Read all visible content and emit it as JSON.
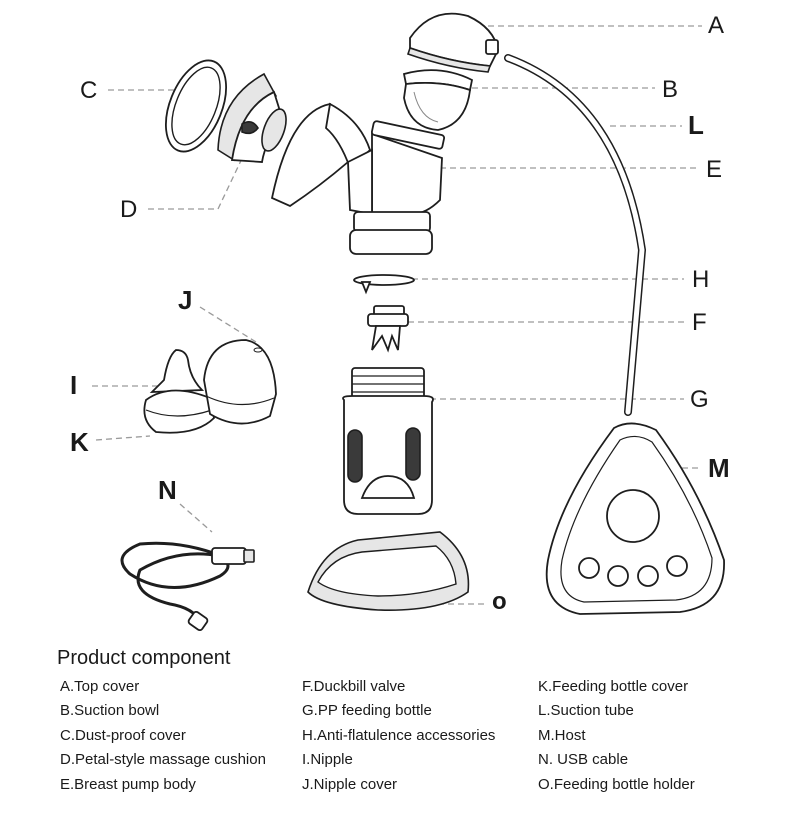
{
  "callouts": {
    "A": "A",
    "B": "B",
    "C": "C",
    "D": "D",
    "E": "E",
    "F": "F",
    "G": "G",
    "H": "H",
    "I": "I",
    "J": "J",
    "K": "K",
    "L": "L",
    "M": "M",
    "N": "N",
    "O": "o"
  },
  "legend": {
    "title": "Product component",
    "col1": [
      "A.Top cover",
      "B.Suction bowl",
      "C.Dust-proof cover",
      "D.Petal-style massage cushion",
      "E.Breast pump body"
    ],
    "col2": [
      "F.Duckbill valve",
      "G.PP feeding bottle",
      "H.Anti-flatulence accessories",
      "I.Nipple",
      "J.Nipple cover"
    ],
    "col3": [
      "K.Feeding bottle cover",
      "L.Suction tube",
      "M.Host",
      "N. USB cable",
      "O.Feeding bottle holder"
    ]
  }
}
